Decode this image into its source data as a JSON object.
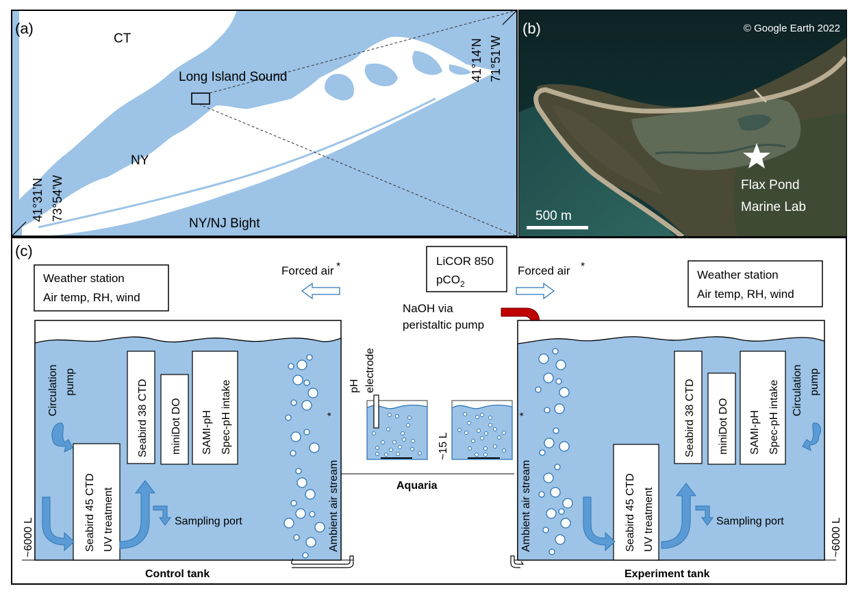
{
  "colors": {
    "water": "#9dc3e6",
    "satellite_dark": "#0e2626",
    "arrow_blue": "#5b9bd5",
    "naoh_red": "#c00000"
  },
  "panel_a": {
    "label": "(a)",
    "ct": "CT",
    "ny": "NY",
    "sound": "Long Island Sound",
    "bight": "NY/NJ Bight",
    "sw_lat": "41°31’N",
    "sw_lon": "73°54’W",
    "ne_lat": "41°14’N",
    "ne_lon": "71°51’W"
  },
  "panel_b": {
    "label": "(b)",
    "copyright": "© Google Earth 2022",
    "scale": "500 m",
    "site_line1": "Flax Pond",
    "site_line2": "Marine Lab",
    "marker_icon": "star-icon"
  },
  "panel_c": {
    "label": "(c)",
    "licor_line1": "LiCOR 850",
    "licor_line2_main": "pCO",
    "licor_line2_sub": "2",
    "forced_air": "Forced air",
    "asterisk": "*",
    "naoh_line1": "NaOH via",
    "naoh_line2": "peristaltic pump",
    "aquaria": "Aquaria",
    "aquaria_volume": "~15 L",
    "ph_line1": "pH",
    "ph_line2": "electrode",
    "weather_line1": "Weather station",
    "weather_line2": "Air temp, RH, wind",
    "circ_line1": "Circulation",
    "circ_line2": "pump",
    "seabird38": "Seabird 38 CTD",
    "minidot": "miniDot DO",
    "sami_line1": "SAMI-pH",
    "sami_line2": "Spec-pH intake",
    "seabird45_line1": "Seabird 45 CTD",
    "seabird45_line2": "UV treatment",
    "sampling": "Sampling port",
    "ambient": "Ambient air stream",
    "tank_volume": "~6000 L",
    "control_tank": "Control tank",
    "experiment_tank": "Experiment tank"
  }
}
